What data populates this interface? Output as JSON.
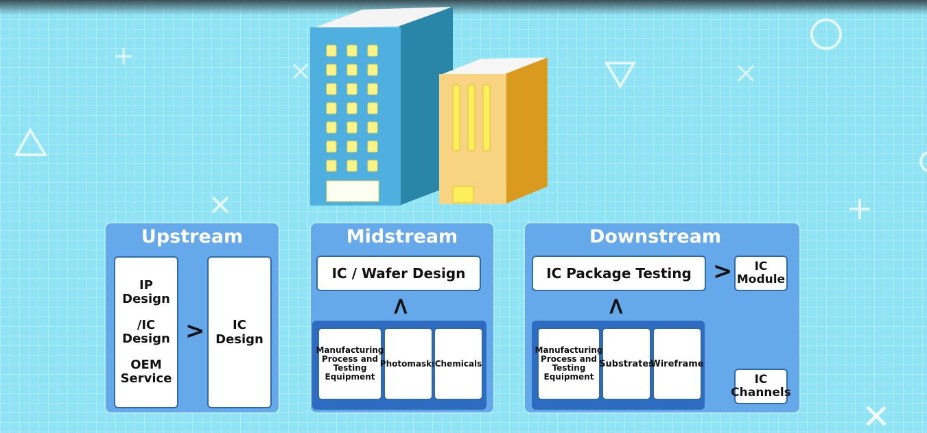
{
  "upstream": {
    "title": "Upstream",
    "left_box": [
      "IP Design",
      "/IC Design",
      "OEM Service"
    ],
    "right_box": "IC Design"
  },
  "midstream": {
    "title": "Midstream",
    "top_box": "IC / Wafer Design",
    "items": [
      "Manufacturing Process and Testing Equipment",
      "Photomasks",
      "Chemicals"
    ]
  },
  "downstream": {
    "title": "Downstream",
    "top_box": "IC Package Testing",
    "module_box": "IC Module",
    "channels_box": "IC Channels",
    "items": [
      "Manufacturing Process and Testing Equipment",
      "Substrates",
      "Wireframe"
    ]
  },
  "colors": {
    "background": "#8ee3f5",
    "panel": "#65a9ea",
    "tray": "#2d6cc0"
  }
}
